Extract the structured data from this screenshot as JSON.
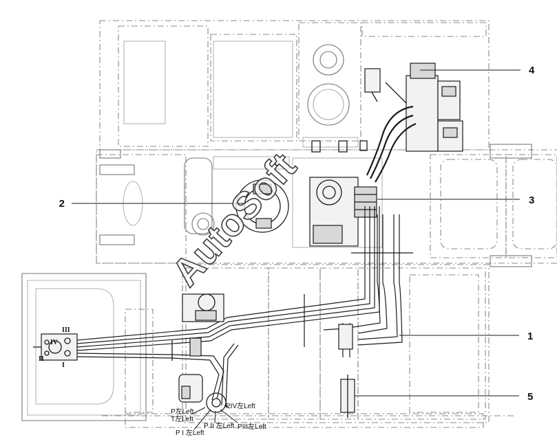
{
  "callouts": {
    "c1": "1",
    "c2": "2",
    "c3": "3",
    "c4": "4",
    "c5": "5"
  },
  "valve_ports": {
    "roman_3": "III",
    "roman_4": "IV",
    "roman_2": "II",
    "roman_1": "I"
  },
  "port_labels": {
    "p_left": "P左Left",
    "t_left": "T左Left",
    "p1_left": "P I 左Left",
    "p2_left": "P II 左Left",
    "p3_left": "PIII左Left",
    "p4_left": "PIV左Left"
  },
  "watermark": "AutoSoft"
}
